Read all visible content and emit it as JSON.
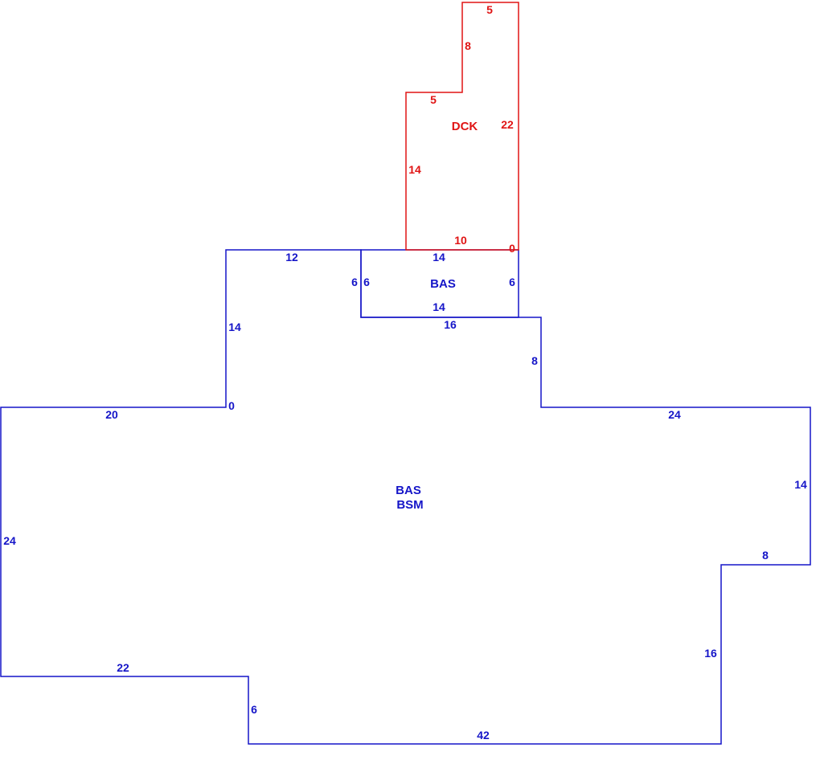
{
  "colors": {
    "main": "#1515c8",
    "deck": "#e01414"
  },
  "main_area": {
    "label_line1": "BAS",
    "label_line2": "BSM",
    "dimensions": {
      "top_left": "12",
      "left_upper": "14",
      "step_zero": "0",
      "step_left": "20",
      "left_side": "24",
      "bottom_left": "22",
      "bottom_step": "6",
      "bottom": "42",
      "right_lower": "16",
      "right_step": "8",
      "right_side": "14",
      "right_top": "24",
      "center_step_down": "8",
      "center_top": "16"
    }
  },
  "bump_area": {
    "label": "BAS",
    "dimensions": {
      "top": "14",
      "bottom": "14",
      "left_outer": "6",
      "left_inner": "6",
      "right": "6"
    }
  },
  "deck_area": {
    "label": "DCK",
    "dimensions": {
      "top": "5",
      "upper_left": "8",
      "step": "5",
      "left": "14",
      "right": "22",
      "bottom": "10",
      "corner_zero": "0"
    }
  }
}
